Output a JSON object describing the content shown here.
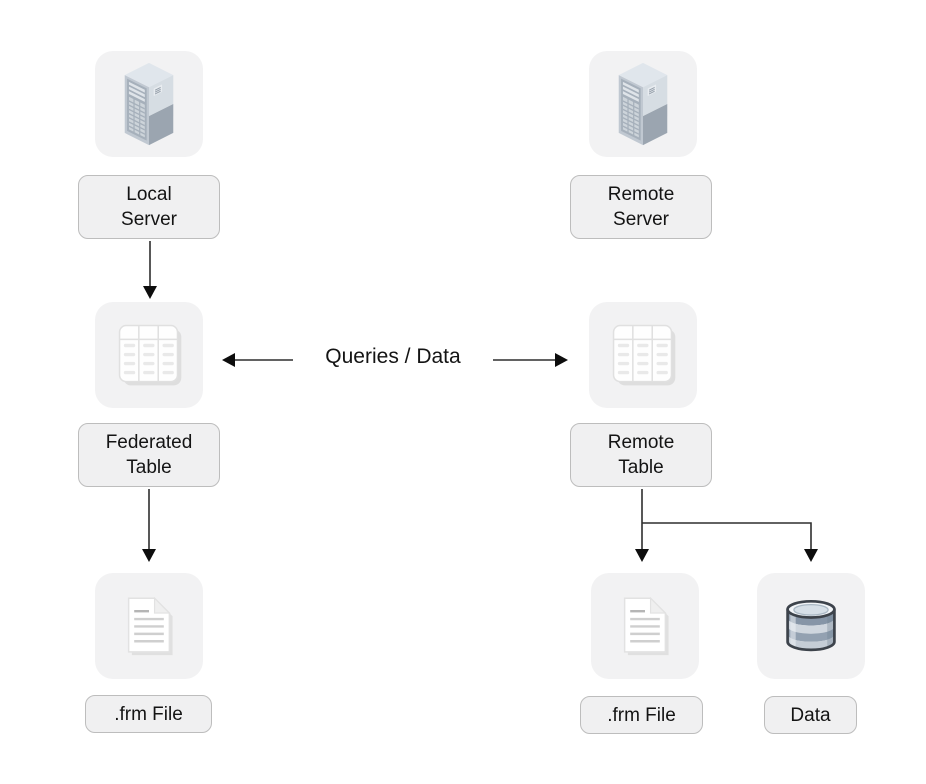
{
  "colors": {
    "canvas_bg": "#ffffff",
    "tile_bg": "#f2f2f3",
    "label_bg": "#f0f0f1",
    "label_border": "#bdbdbd",
    "text": "#141414",
    "arrow_line": "#2f2f2f",
    "arrow_head": "#0d0d0d",
    "server_icon_accent": "#9ba5b0",
    "database_icon_accent": "#8695a7"
  },
  "connector": {
    "label": "Queries / Data"
  },
  "nodes": {
    "local_server": {
      "icon": "server-tower-icon",
      "lines": [
        "Local",
        "Server"
      ]
    },
    "remote_server": {
      "icon": "server-tower-icon",
      "lines": [
        "Remote",
        "Server"
      ]
    },
    "federated_table": {
      "icon": "table-grid-icon",
      "lines": [
        "Federated",
        "Table"
      ]
    },
    "remote_table": {
      "icon": "table-grid-icon",
      "lines": [
        "Remote",
        "Table"
      ]
    },
    "local_frm_file": {
      "icon": "document-icon",
      "lines": [
        ".frm File"
      ]
    },
    "remote_frm_file": {
      "icon": "document-icon",
      "lines": [
        ".frm File"
      ]
    },
    "remote_data": {
      "icon": "database-icon",
      "lines": [
        "Data"
      ]
    }
  }
}
